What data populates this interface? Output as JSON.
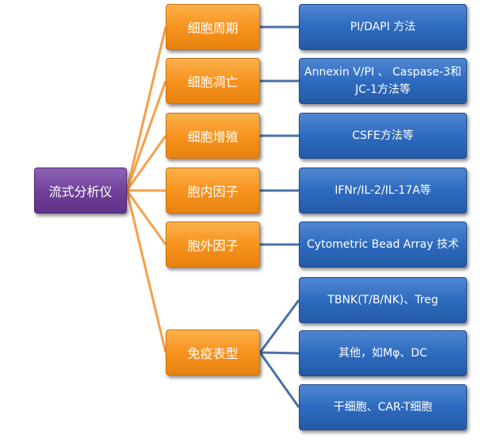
{
  "root": {
    "label": "流式分析仪"
  },
  "categories": [
    {
      "label": "细胞周期",
      "methods": [
        "PI/DAPI 方法"
      ]
    },
    {
      "label": "细胞凋亡",
      "methods": [
        "Annexin V/PI 、 Caspase-3和JC-1方法等"
      ]
    },
    {
      "label": "细胞增殖",
      "methods": [
        "CSFE方法等"
      ]
    },
    {
      "label": "胞内因子",
      "methods": [
        "IFNr/IL-2/IL-17A等"
      ]
    },
    {
      "label": "胞外因子",
      "methods": [
        "Cytometric Bead Array 技术"
      ]
    },
    {
      "label": "免疫表型",
      "methods": [
        "TBNK(T/B/NK)、Treg",
        "其他，如Mφ、DC",
        "干细胞、CAR-T细胞"
      ]
    }
  ],
  "colors": {
    "root": "#6e3f98",
    "category": "#f7931e",
    "method": "#2e6bbf",
    "root_connector": "#f5a04a",
    "method_connector": "#4a72a8"
  }
}
